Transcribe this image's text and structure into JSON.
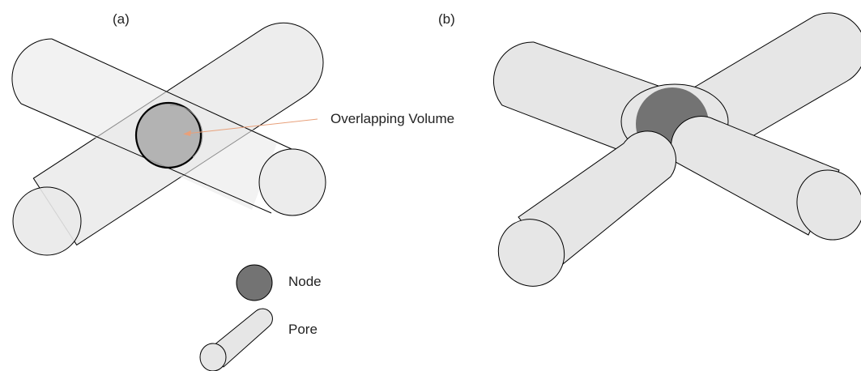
{
  "panels": {
    "a": {
      "label": "(a)"
    },
    "b": {
      "label": "(b)"
    }
  },
  "annotation": {
    "overlap_label": "Overlapping Volume"
  },
  "legend": {
    "node_label": "Node",
    "pore_label": "Pore"
  },
  "colors": {
    "cylinder_fill": "#e6e6e6",
    "cylinder_fill_translucent": "#e9e9e9",
    "node_fill": "#737373",
    "outline": "#000000",
    "arrow": "#e8a07a"
  }
}
